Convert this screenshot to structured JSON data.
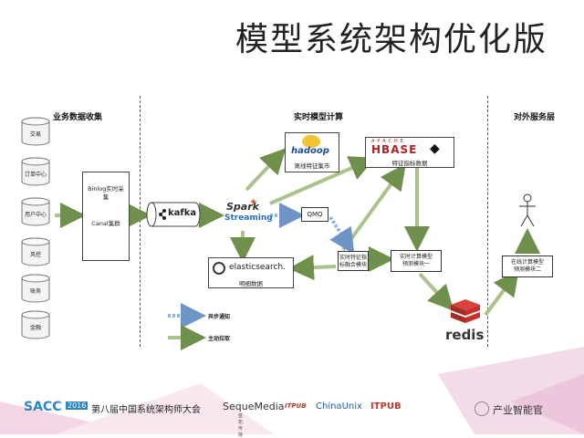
{
  "slide": {
    "title": "模型系统架构优化版",
    "sections": {
      "collection": "业务数据收集",
      "realtime": "实时模型计算",
      "external": "对外服务层"
    },
    "databases": [
      "交易",
      "订单中心",
      "用户中心",
      "风控",
      "账务",
      "金融"
    ],
    "binlog_box": {
      "line1": "Binlog实时采",
      "line2": "集",
      "cluster": "Canal集群"
    },
    "kafka": "kafka",
    "spark": {
      "name": "Spark",
      "sub": "Streaming"
    },
    "qmq": "QMQ",
    "hadoop": {
      "logo": "hadoop",
      "label": "离线特征集市"
    },
    "hbase": {
      "top": "APACHE",
      "logo": "HBASE",
      "label": "特征指标数据"
    },
    "elasticsearch": {
      "logo": "elasticsearch.",
      "label": "明细数据"
    },
    "feature_module": {
      "line1": "实时特征指",
      "line2": "标融合模块"
    },
    "predict1": {
      "line1": "实时计算模型",
      "line2": "预测模块一"
    },
    "predict2": {
      "line1": "在线计算模型",
      "line2": "预测模块二"
    },
    "redis": "redis",
    "legend": {
      "async": "异步通知",
      "pull": "主动拉取"
    }
  },
  "footer": {
    "sacc": "SACC",
    "year": "2016",
    "conference": "第八届中国系统架构师大会",
    "sequemedia": "SequeMedia",
    "sequemedia_sub": "盛拓传媒",
    "itpub_brand": "ITPUB",
    "chinaunix": "ChinaUnix",
    "itpub": "ITPUB",
    "wechat": "产业智能官"
  },
  "colors": {
    "green_arrow": "#a9c38a",
    "green_outline": "#6f8f4d",
    "blue_arrow": "#8fb6e0",
    "redis_red": "#c9302c",
    "sacc_blue": "#2e86c1",
    "hadoop_yellow": "#f4c430"
  }
}
